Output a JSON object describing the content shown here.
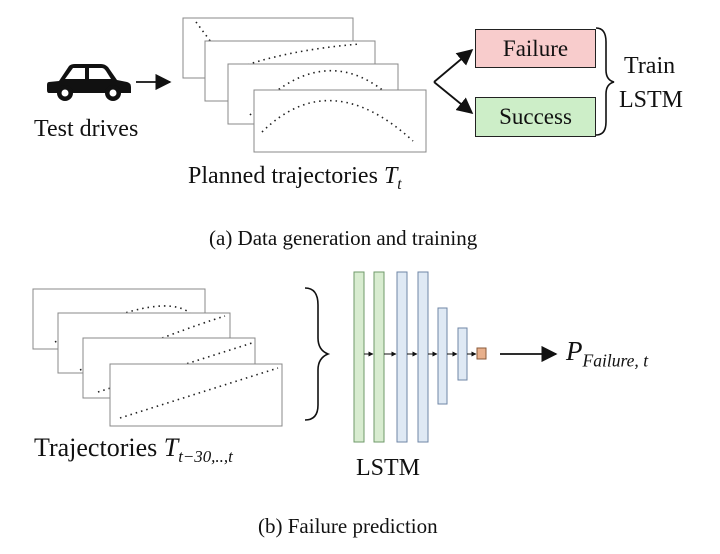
{
  "colors": {
    "failure_fill": "#f8cccc",
    "success_fill": "#cdeec8",
    "lstm_green_fill": "#d8ecd0",
    "lstm_green_stroke": "#6f9a6a",
    "lstm_blue_fill": "#dfe9f4",
    "lstm_blue_stroke": "#6f86a6",
    "output_fill": "#e8b08c",
    "output_stroke": "#8a5a3a",
    "line": "#111111"
  },
  "icons": [
    "car-icon",
    "right-arrow-icon",
    "curly-brace-icon"
  ],
  "panel_a": {
    "test_drives": "Test drives",
    "planned_trajectories": "Planned trajectories",
    "planned_var": "T",
    "planned_sub": "t",
    "failure": "Failure",
    "success": "Success",
    "train_line1": "Train",
    "train_line2": "LSTM",
    "caption": "(a) Data generation and training"
  },
  "panel_b": {
    "trajectories": "Trajectories",
    "traj_var": "T",
    "traj_sub": "t−30,..,t",
    "lstm_label": "LSTM",
    "output_var": "P",
    "output_sub": "Failure, t",
    "caption": "(b) Failure prediction"
  }
}
